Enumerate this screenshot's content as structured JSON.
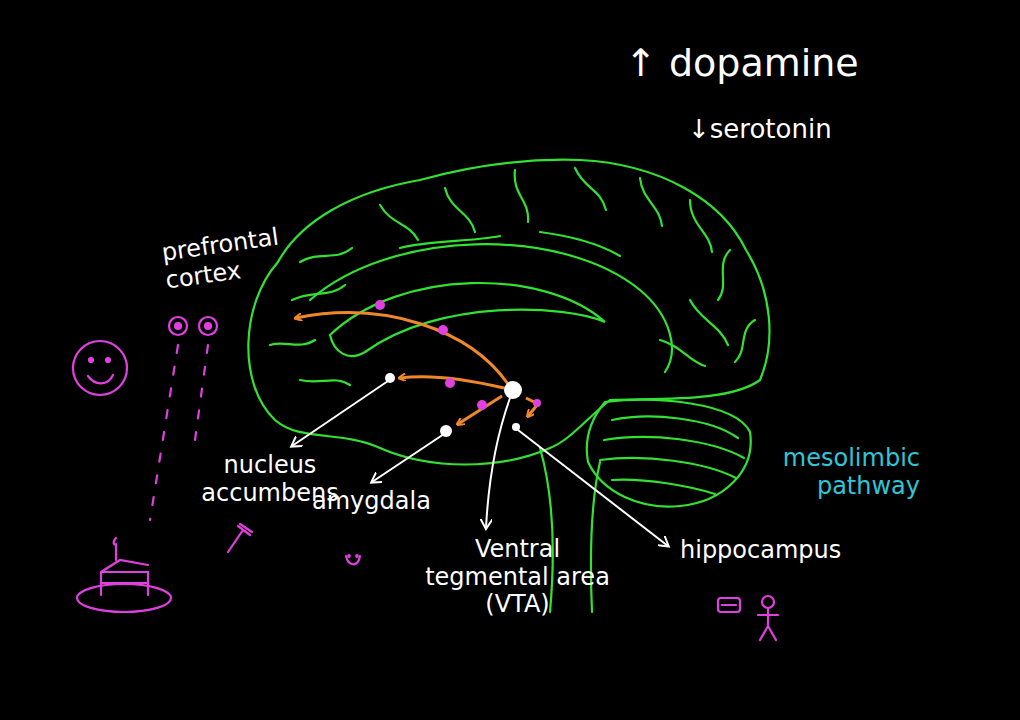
{
  "diagram": {
    "labels": [
      "↑ dopamine",
      "↓serotonin",
      "prefrontal cortex",
      "nucleus accumbens",
      "amygdala",
      "Ventral tegmental area (VTA)",
      "hippocampus",
      "mesolimbic pathway"
    ]
  }
}
